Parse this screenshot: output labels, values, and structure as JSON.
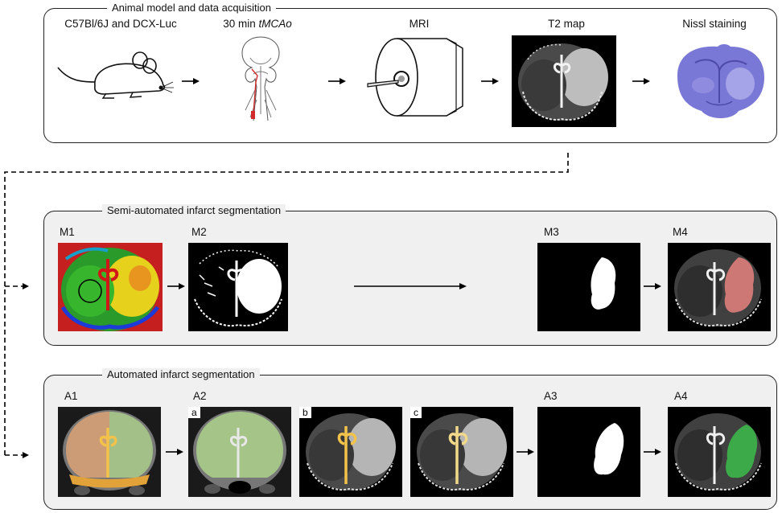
{
  "top": {
    "title": "Animal model and data acquisition",
    "labels": [
      "C57Bl/6J and DCX-Luc",
      "30 min ",
      "tMCAo",
      "MRI",
      "T2 map",
      "Nissl staining"
    ]
  },
  "semi": {
    "title": "Semi-automated infarct segmentation",
    "labels": [
      "M1",
      "M2",
      "M3",
      "M4"
    ]
  },
  "auto": {
    "title": "Automated infarct segmentation",
    "labels": [
      "A1",
      "A2",
      "A3",
      "A4"
    ],
    "sublabels": [
      "a",
      "b",
      "c"
    ]
  },
  "colors": {
    "mask_red": "#e8827f",
    "mask_green": "#3dbd4c",
    "atlas_green": "#9bc77a",
    "atlas_orange": "#e3a86f",
    "vessel_yellow": "#f2c24a",
    "nissl": "#6a67c9"
  }
}
